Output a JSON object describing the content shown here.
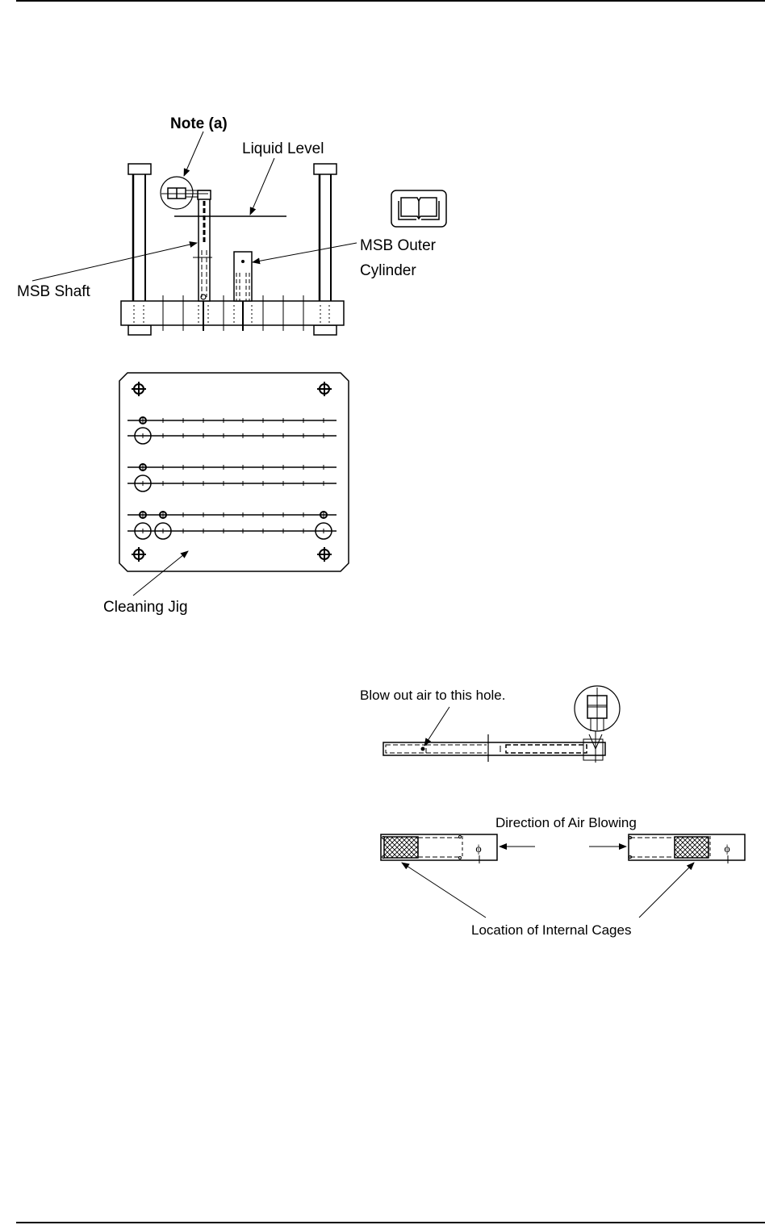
{
  "page": {
    "header_rule": true,
    "footer_rule": true
  },
  "figure1": {
    "note_label": "Note (a)",
    "liquid_level_label": "Liquid Level",
    "msb_shaft_label": "MSB Shaft",
    "msb_outer_label_line1": "MSB Outer",
    "msb_outer_label_line2": "Cylinder",
    "reference_icon": "open-book-icon"
  },
  "figure2": {
    "cleaning_jig_label": "Cleaning Jig"
  },
  "figure3": {
    "blow_out_label": "Blow out air to this hole."
  },
  "figure4": {
    "direction_label": "Direction of Air Blowing",
    "cages_label": "Location of Internal Cages",
    "phi_symbol": "ϕ"
  }
}
